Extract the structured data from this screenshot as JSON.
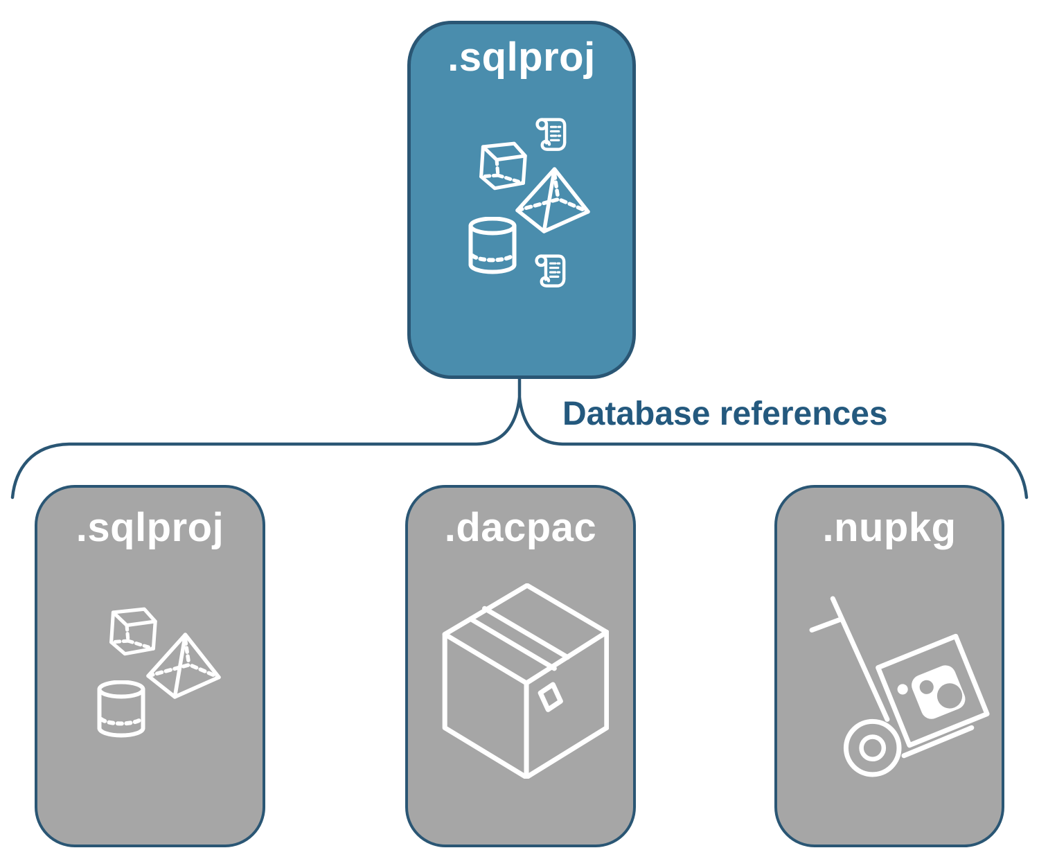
{
  "colors": {
    "page-bg": "#FFFFFF",
    "accent-blue": "#4A8DAD",
    "gray-fill": "#A6A6A6",
    "line-dark": "#2A5674",
    "heading-text": "#24597E",
    "icon-white": "#FFFFFF"
  },
  "nodes": {
    "parent": {
      "label": ".sqlproj",
      "icons": [
        "scroll-icon",
        "cube-icon",
        "pyramid-icon",
        "cylinder-icon",
        "scroll-icon"
      ]
    },
    "children": [
      {
        "label": ".sqlproj",
        "icons": [
          "cube-icon",
          "pyramid-icon",
          "cylinder-icon"
        ]
      },
      {
        "label": ".dacpac",
        "icons": [
          "package-box-icon"
        ]
      },
      {
        "label": ".nupkg",
        "icons": [
          "hand-truck-package-icon"
        ]
      }
    ]
  },
  "connector": {
    "label": "Database references"
  }
}
